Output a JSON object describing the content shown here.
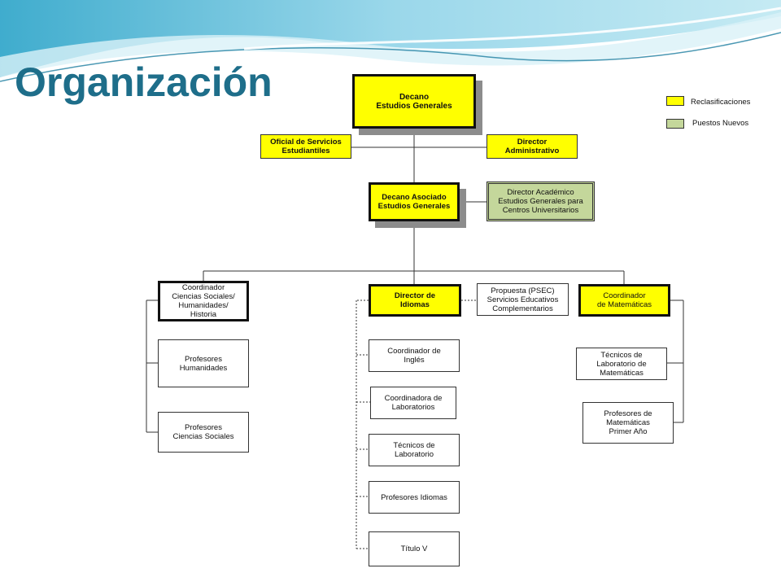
{
  "slide": {
    "title": "Organización"
  },
  "legend": {
    "items": [
      {
        "label": "Reclasificaciones",
        "color": "#ffff00"
      },
      {
        "label": "Puestos Nuevos",
        "color": "#c4d79b"
      }
    ]
  },
  "nodes": {
    "decano": "Decano\nEstudios Generales",
    "oficial": "Oficial de Servicios\nEstudiantiles",
    "director_admin": "Director\nAdministrativo",
    "decano_asociado": "Decano Asociado\nEstudios Generales",
    "director_academico": "Director Académico\nEstudios Generales para\nCentros Universitarios",
    "coord_ciencias": "Coordinador\nCiencias Sociales/\nHumanidades/\nHistoria",
    "director_idiomas": "Director de\nIdiomas",
    "propuesta": "Propuesta (PSEC)\nServicios Educativos\nComplementarios",
    "coord_matematicas": "Coordinador\nde Matemáticas",
    "prof_humanidades": "Profesores\nHumanidades",
    "prof_ciencias": "Profesores\nCiencias Sociales",
    "coord_ingles": "Coordinador de\nInglés",
    "coordinadora_lab": "Coordinadora de\nLaboratorios",
    "tecnicos_lab": "Técnicos de\nLaboratorio",
    "prof_idiomas": "Profesores Idiomas",
    "titulo_v": "Título V",
    "tecnicos_mat": "Técnicos de\nLaboratorio de\nMatemáticas",
    "prof_mat": "Profesores de\nMatemáticas\nPrimer Año"
  },
  "colors": {
    "reclasificacion": "#ffff00",
    "puesto_nuevo": "#c4d79b",
    "title": "#1e6e8a"
  }
}
